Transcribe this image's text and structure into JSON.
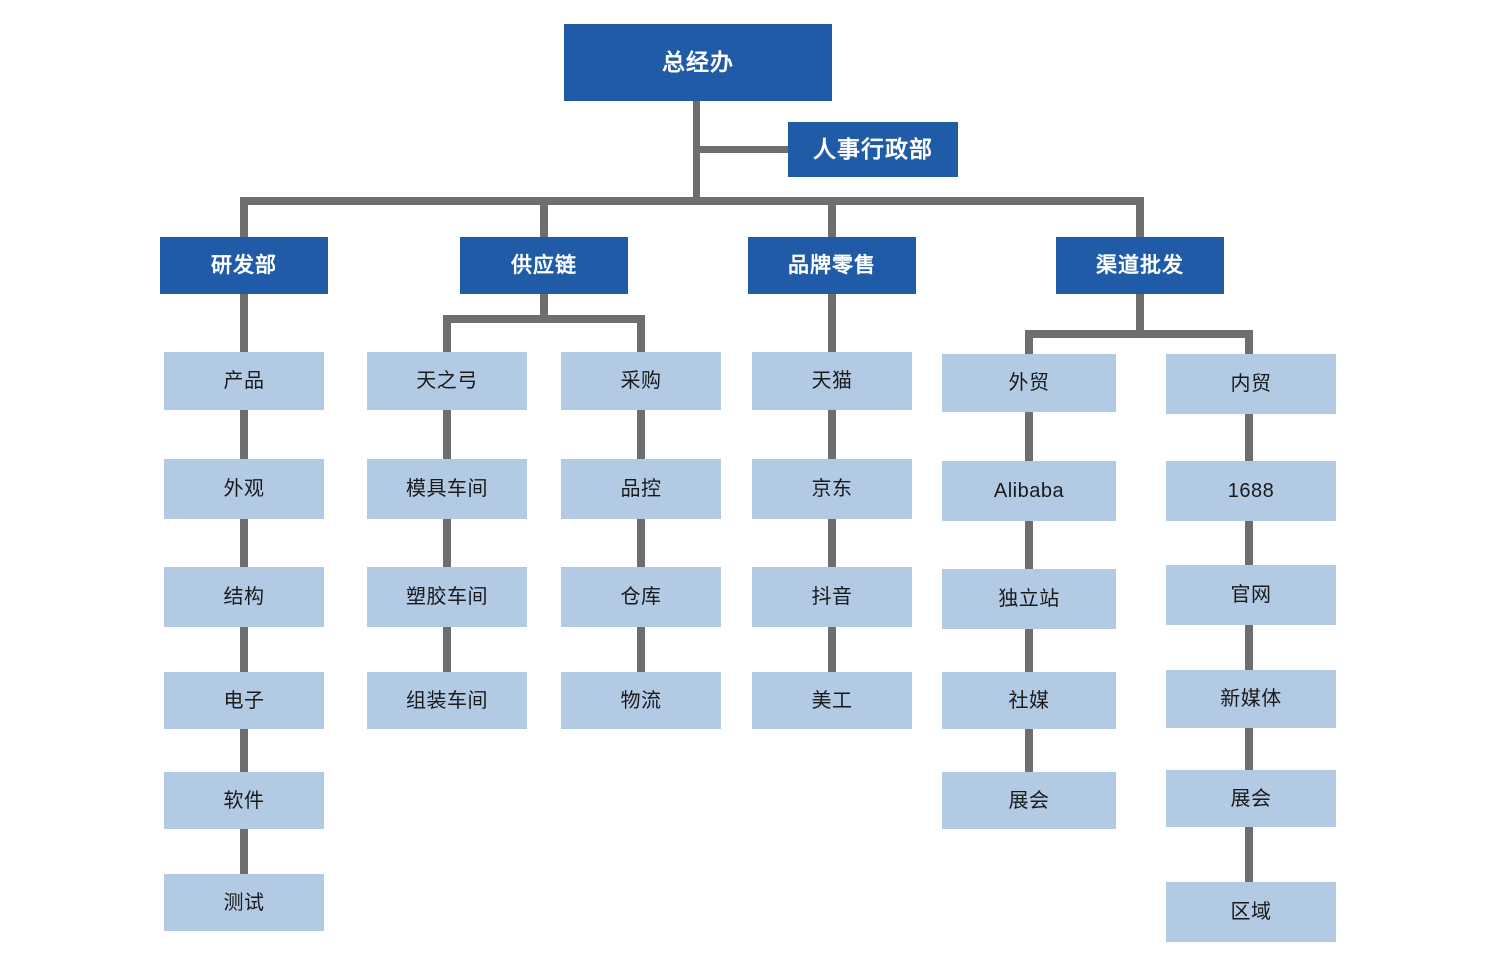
{
  "chart_title": "",
  "colors": {
    "level1_fill": "#1f5ba6",
    "level2_fill": "#1f5ba6",
    "leaf_fill": "#b3cae5",
    "connector": "#6e6e6e",
    "level1_text": "#ffffff",
    "leaf_text": "#1a1a1a",
    "background": "#ffffff"
  },
  "org": {
    "root": {
      "label": "总经办"
    },
    "staff": {
      "label": "人事行政部"
    },
    "divisions": [
      {
        "label": "研发部",
        "columns": [
          {
            "header": "产品",
            "items": [
              "外观",
              "结构",
              "电子",
              "软件",
              "测试"
            ]
          }
        ]
      },
      {
        "label": "供应链",
        "columns": [
          {
            "header": "天之弓",
            "items": [
              "模具车间",
              "塑胶车间",
              "组装车间"
            ]
          },
          {
            "header": "采购",
            "items": [
              "品控",
              "仓库",
              "物流"
            ]
          }
        ]
      },
      {
        "label": "品牌零售",
        "columns": [
          {
            "header": "天猫",
            "items": [
              "京东",
              "抖音",
              "美工"
            ]
          }
        ]
      },
      {
        "label": "渠道批发",
        "columns": [
          {
            "header": "外贸",
            "items": [
              "Alibaba",
              "独立站",
              "社媒",
              "展会"
            ]
          },
          {
            "header": "内贸",
            "items": [
              "1688",
              "官网",
              "新媒体",
              "展会",
              "区域"
            ]
          }
        ]
      }
    ]
  },
  "nodes": {
    "root": "总经办",
    "staff": "人事行政部",
    "div1": "研发部",
    "div2": "供应链",
    "div3": "品牌零售",
    "div4": "渠道批发",
    "c1": [
      "产品",
      "外观",
      "结构",
      "电子",
      "软件",
      "测试"
    ],
    "c2": [
      "天之弓",
      "模具车间",
      "塑胶车间",
      "组装车间"
    ],
    "c3": [
      "采购",
      "品控",
      "仓库",
      "物流"
    ],
    "c4": [
      "天猫",
      "京东",
      "抖音",
      "美工"
    ],
    "c5": [
      "外贸",
      "Alibaba",
      "独立站",
      "社媒",
      "展会"
    ],
    "c6": [
      "内贸",
      "1688",
      "官网",
      "新媒体",
      "展会",
      "区域"
    ]
  }
}
